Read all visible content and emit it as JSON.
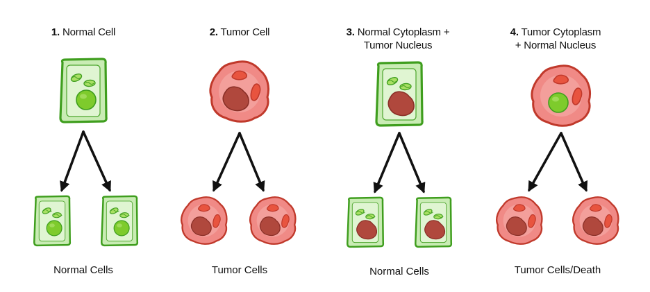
{
  "panels": [
    {
      "number": "1.",
      "title_line1": "Normal Cell",
      "title_line2": "",
      "caption": "Normal Cells",
      "parent": {
        "cytoplasm": "normal",
        "nucleus": "normal"
      },
      "daughters": {
        "cytoplasm": "normal",
        "nucleus": "normal"
      }
    },
    {
      "number": "2.",
      "title_line1": "Tumor Cell",
      "title_line2": "",
      "caption": "Tumor Cells",
      "parent": {
        "cytoplasm": "tumor",
        "nucleus": "tumor"
      },
      "daughters": {
        "cytoplasm": "tumor",
        "nucleus": "tumor"
      }
    },
    {
      "number": "3.",
      "title_line1": "Normal Cytoplasm +",
      "title_line2": "Tumor Nucleus",
      "caption": "Normal Cells",
      "parent": {
        "cytoplasm": "normal",
        "nucleus": "tumor"
      },
      "daughters": {
        "cytoplasm": "normal",
        "nucleus": "tumor"
      }
    },
    {
      "number": "4.",
      "title_line1": "Tumor Cytoplasm",
      "title_line2": "+ Normal Nucleus",
      "caption": "Tumor Cells/Death",
      "parent": {
        "cytoplasm": "tumor",
        "nucleus": "normal"
      },
      "daughters": {
        "cytoplasm": "tumor",
        "nucleus": "tumor"
      }
    }
  ],
  "colors": {
    "normal_fill": "#c9ecb4",
    "normal_inner": "#e3f6d6",
    "normal_stroke": "#3f9e1e",
    "normal_nucleus": "#7ecb2c",
    "normal_nucleus_light": "#a8df63",
    "tumor_fill": "#f08a86",
    "tumor_inner": "#f6b1ad",
    "tumor_stroke": "#c0392b",
    "tumor_nucleus": "#b0483d",
    "tumor_nucleus_stroke": "#8a2f27",
    "tumor_mito": "#e8543f",
    "arrow": "#111111"
  }
}
